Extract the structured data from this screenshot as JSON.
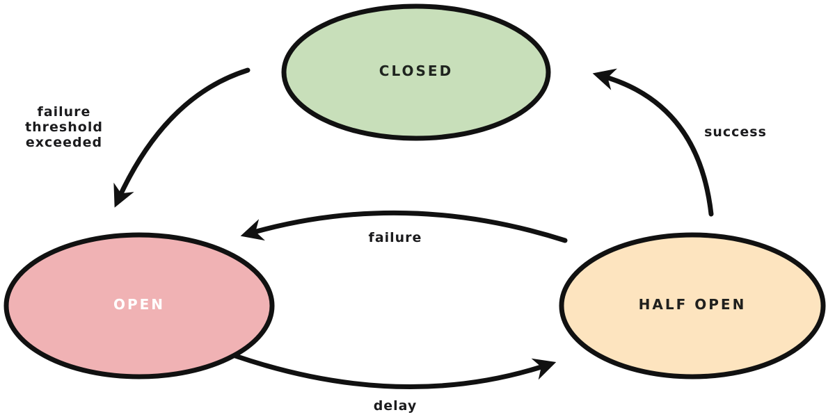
{
  "diagram": {
    "type": "state-diagram",
    "background": "#ffffff",
    "arrow_color": "#111111",
    "nodes": [
      {
        "id": "closed",
        "label": "CLOSED",
        "fill": "#c8dfba",
        "text_color": "#1f241f"
      },
      {
        "id": "open",
        "label": "OPEN",
        "fill": "#f0b2b4",
        "text_color": "#ffffff"
      },
      {
        "id": "half-open",
        "label": "HALF OPEN",
        "fill": "#fde4bf",
        "text_color": "#20201e"
      }
    ],
    "edges": [
      {
        "from": "CLOSED",
        "to": "OPEN",
        "label_lines": [
          "failure",
          "threshold",
          "exceeded"
        ]
      },
      {
        "from": "HALF OPEN",
        "to": "CLOSED",
        "label": "success"
      },
      {
        "from": "HALF OPEN",
        "to": "OPEN",
        "label": "failure"
      },
      {
        "from": "OPEN",
        "to": "HALF OPEN",
        "label": "delay"
      }
    ]
  }
}
